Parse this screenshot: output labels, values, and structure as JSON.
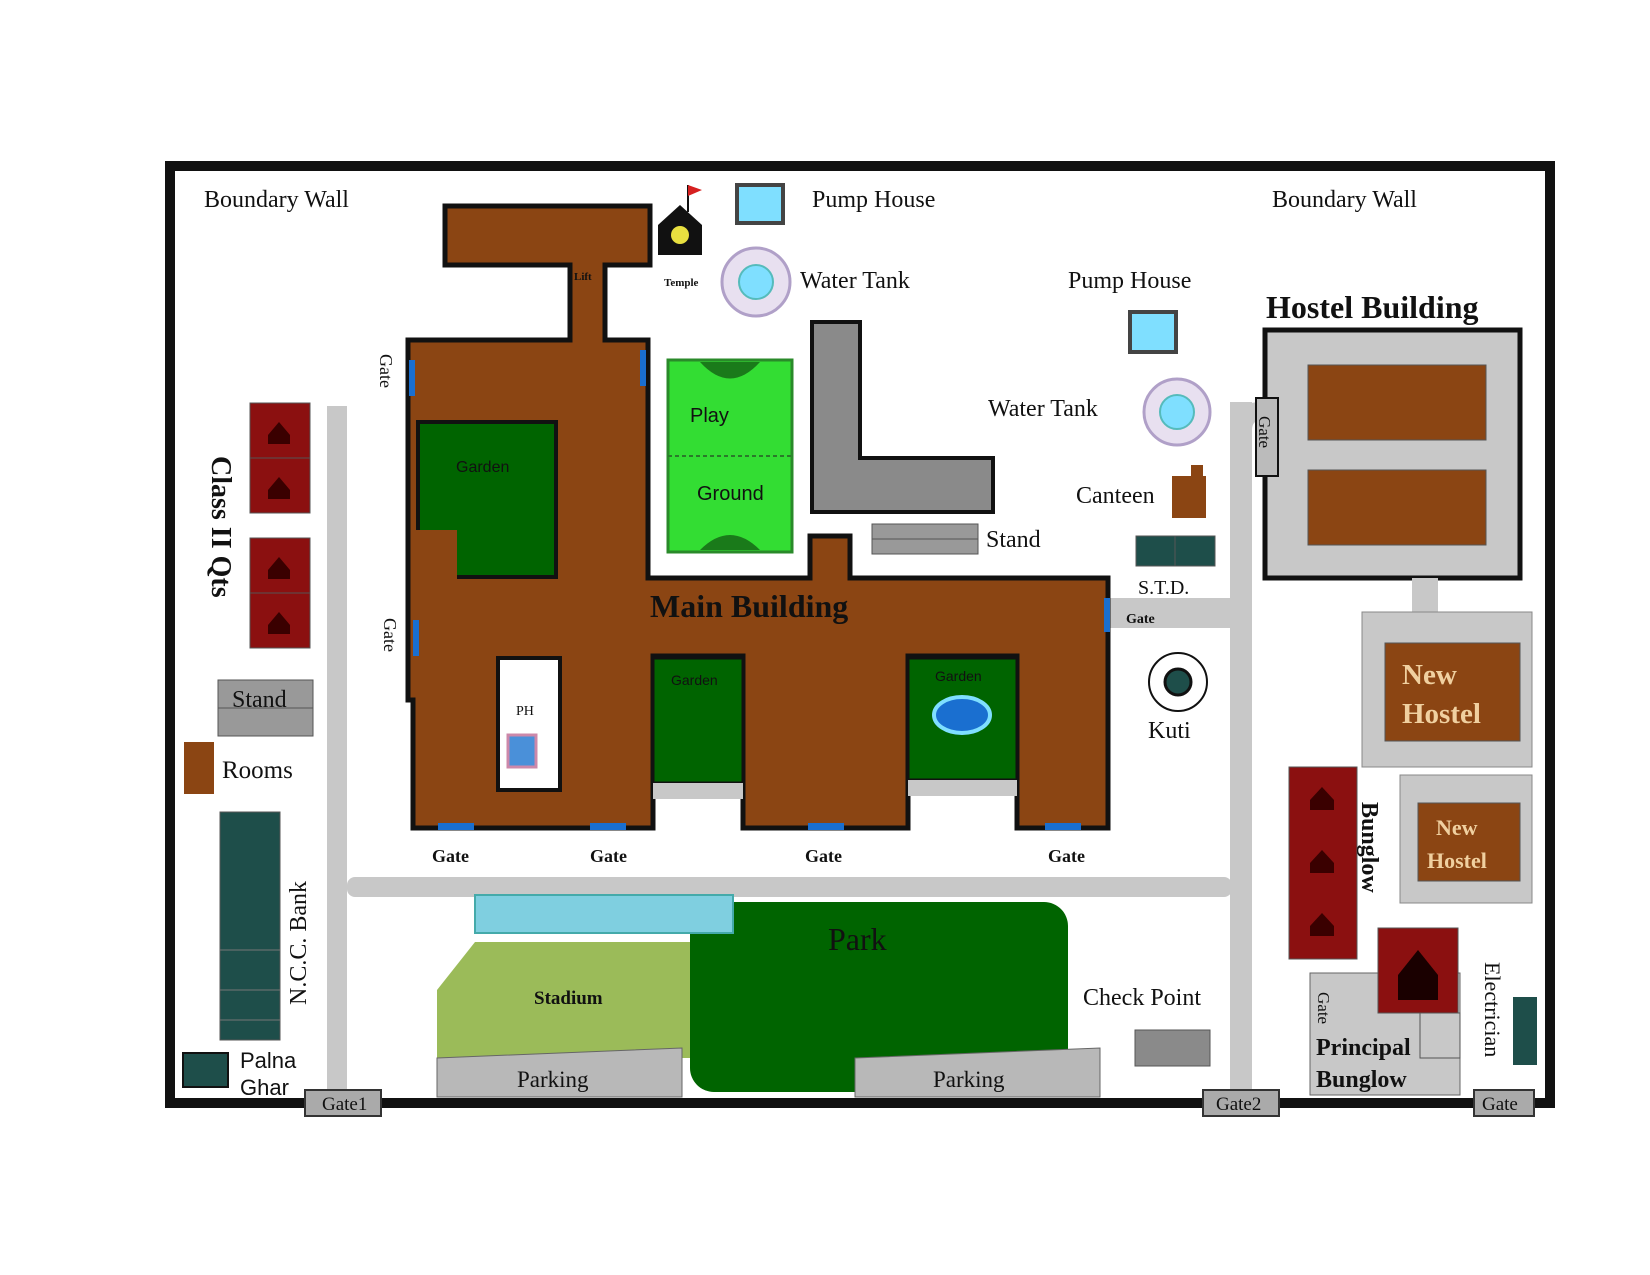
{
  "map": {
    "boundary_wall_left": "Boundary Wall",
    "boundary_wall_right": "Boundary Wall",
    "pump_house_1": "Pump House",
    "pump_house_2": "Pump House",
    "water_tank_1": "Water Tank",
    "water_tank_2": "Water Tank",
    "temple": "Temple",
    "lift": "Lift",
    "main_building": "Main Building",
    "hostel_building": "Hostel Building",
    "play": "Play",
    "ground": "Ground",
    "stand_top": "Stand",
    "stand_left": "Stand",
    "canteen": "Canteen",
    "std": "S.T.D.",
    "kuti": "Kuti",
    "class_ii_qts": "Class II Qts",
    "rooms": "Rooms",
    "ncc_bank": "N.C.C. Bank",
    "palna": "Palna",
    "ghar": "Ghar",
    "garden_left": "Garden",
    "garden_mid": "Garden",
    "garden_right": "Garden",
    "ph": "PH",
    "gate": "Gate",
    "gate1": "Gate1",
    "gate2": "Gate2",
    "park": "Park",
    "stadium": "Stadium",
    "parking": "Parking",
    "check_point": "Check Point",
    "new": "New",
    "hostel": "Hostel",
    "bunglow": "Bunglow",
    "principal": "Principal",
    "electrician": "Electrician"
  },
  "colors": {
    "building": "#8b4513",
    "garden": "#006400",
    "play_ground": "#33dd33",
    "road": "#c8c8c8",
    "class_ii": "#8b1010",
    "teal": "#1e4e4a",
    "stadium": "#9bbb59",
    "water": "#7fdfff",
    "blue_gate": "#1a6fd0"
  }
}
